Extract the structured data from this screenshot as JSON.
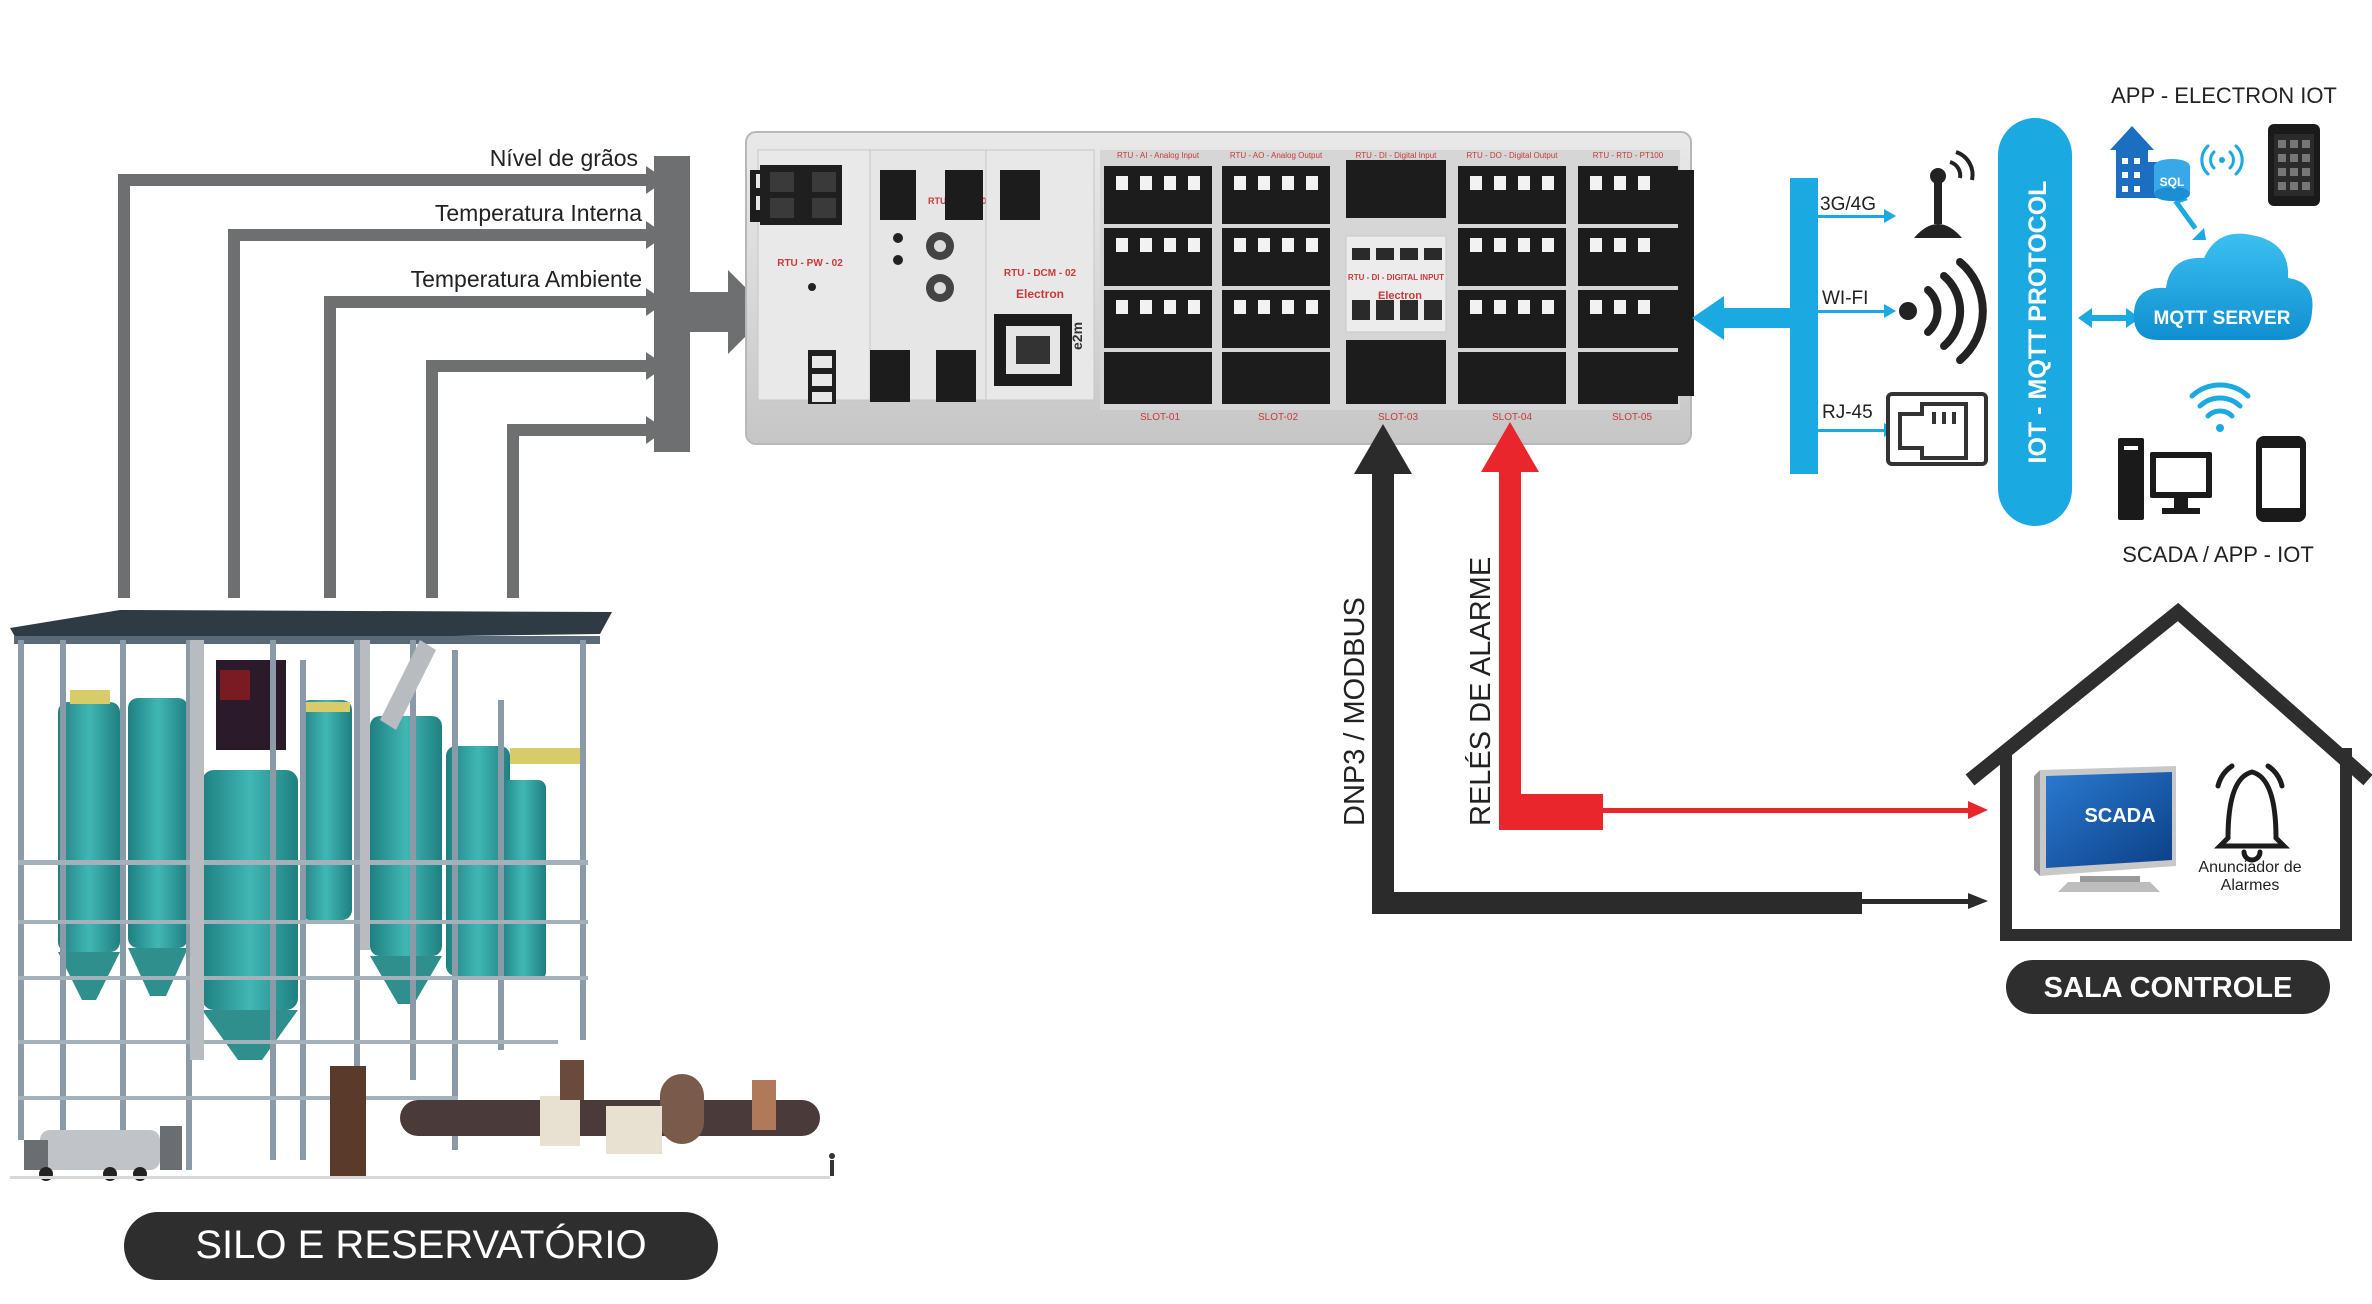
{
  "inputs": {
    "labels": [
      "Nível de grãos",
      "Temperatura Interna",
      "Temperatura Ambiente"
    ]
  },
  "rtu": {
    "modules": {
      "pw": "RTU - PW - 02",
      "cpu": "RTU - CPU - 01",
      "dcm": "RTU - DCM - 02",
      "ai": "RTU - AI - Analog Input",
      "ao": "RTU - AO - Analog Output",
      "di": "RTU - DI - Digital Input",
      "do": "RTU - DO - Digital Output",
      "rtd": "RTU - RTD - PT100",
      "di_inner": "RTU - DI - DIGITAL INPUT"
    },
    "brand": "Electron",
    "side_brand": "e2m",
    "slots": [
      "SLOT-01",
      "SLOT-02",
      "SLOT-03",
      "SLOT-04",
      "SLOT-05"
    ]
  },
  "comm": {
    "labels": [
      "3G/4G",
      "WI-FI",
      "RJ-45"
    ],
    "iot_protocol": "IOT - MQTT PROTOCOL",
    "app_label": "APP - ELECTRON IOT",
    "server_label": "MQTT SERVER",
    "scada_app_label": "SCADA / APP - IOT",
    "sql": "SQL"
  },
  "links": {
    "dnp3": "DNP3 / MODBUS",
    "relays": "RELÉS DE ALARME"
  },
  "control_room": {
    "scada": "SCADA",
    "annunciator": "Anunciador de Alarmes",
    "label": "SALA CONTROLE"
  },
  "silo": {
    "label": "SILO E RESERVATÓRIO"
  },
  "colors": {
    "gray_arrow": "#6e6f71",
    "dark": "#2b2b2b",
    "blue": "#1ba9e1",
    "red": "#e8262b",
    "teal": "#39b7b3"
  }
}
